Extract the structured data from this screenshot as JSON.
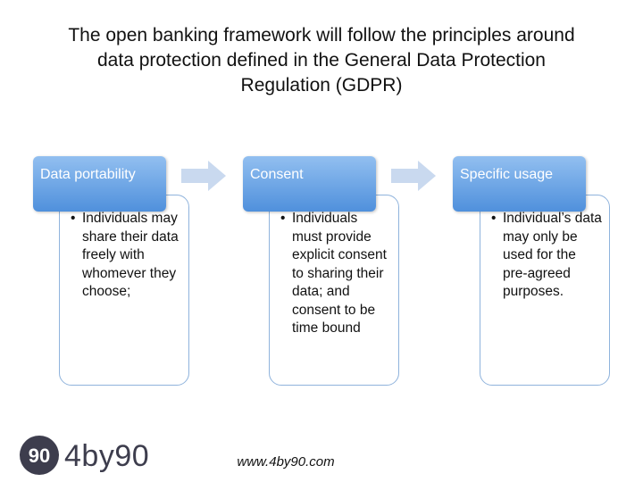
{
  "title_lines": [
    "The open banking framework will follow the principles around",
    "data protection defined in the General Data Protection",
    "Regulation (GDPR)"
  ],
  "stages": [
    {
      "label": "Data portability",
      "bullet": "Individuals may share their data freely with whomever they choose;"
    },
    {
      "label": "Consent",
      "bullet": "Individuals must provide explicit consent to sharing their data; and consent to be time bound"
    },
    {
      "label": "Specific usage",
      "bullet": "Individual’s data may only be used for the pre-agreed purposes."
    }
  ],
  "bullet_symbol": "•",
  "logo": {
    "mark": "90",
    "text": "4by90"
  },
  "footer_url": "www.4by90.com",
  "colors": {
    "header_top": "#92bff0",
    "header_bottom": "#4f90dc",
    "body_border": "#8fb3dc",
    "arrow": "#c9d9ef"
  }
}
